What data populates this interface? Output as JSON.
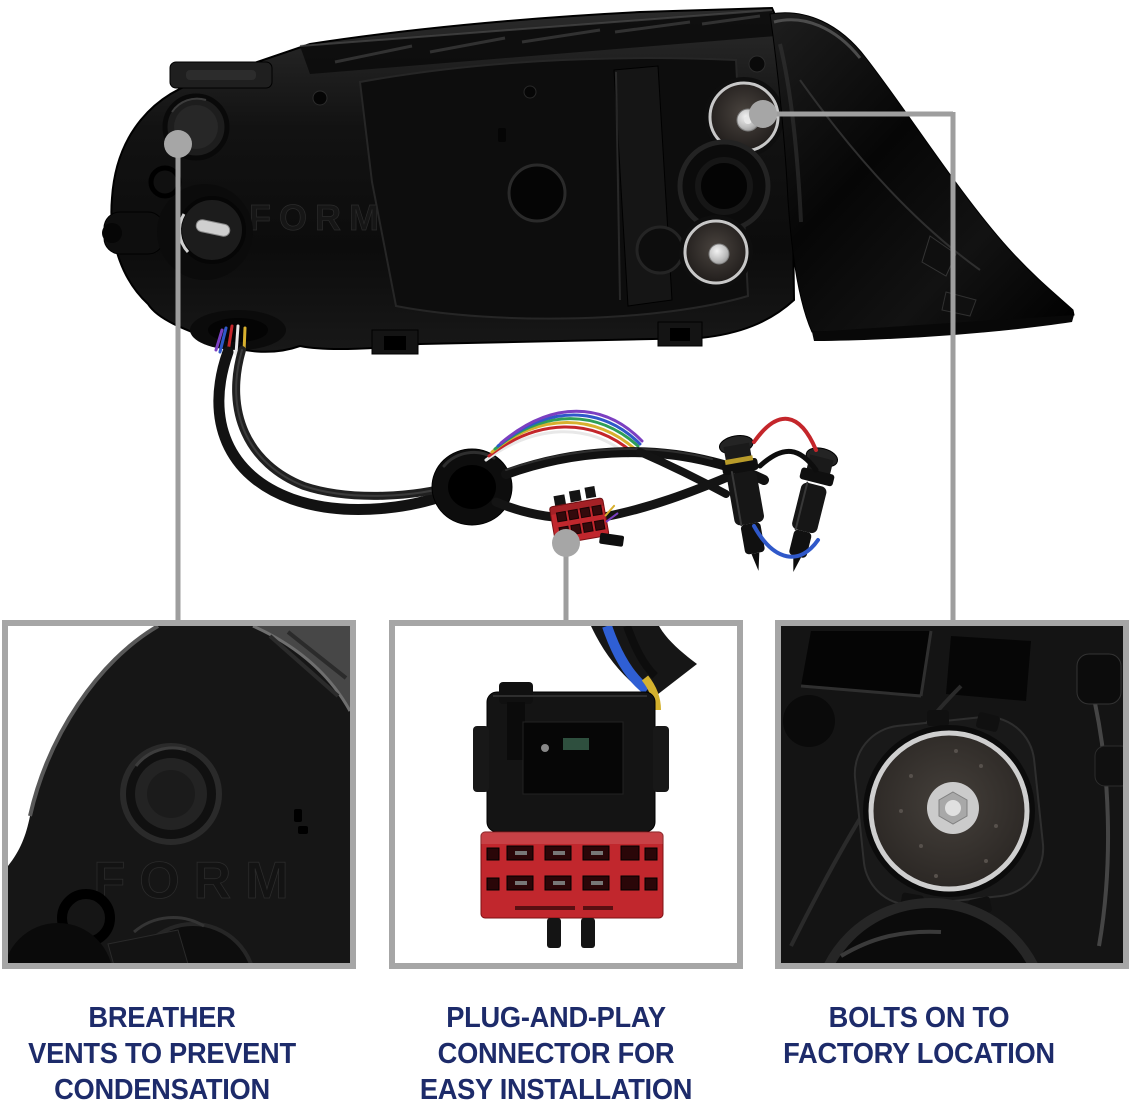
{
  "captions": {
    "text_color": "#1d2b6a",
    "items": [
      {
        "id": "breather-vents",
        "lines": [
          "BREATHER",
          "VENTS TO PREVENT",
          "CONDENSATION"
        ]
      },
      {
        "id": "plug-and-play",
        "lines": [
          "PLUG-AND-PLAY",
          "CONNECTOR FOR",
          "EASY INSTALLATION"
        ]
      },
      {
        "id": "bolts-on",
        "lines": [
          "BOLTS ON TO",
          "FACTORY LOCATION"
        ]
      }
    ]
  },
  "callout": {
    "line_color": "#9e9e9e",
    "dot_color": "#a6a6a6"
  },
  "insets": {
    "border_color": "#a6a6a6"
  },
  "product": {
    "embossed_text": "FORM",
    "connector_color": "#c1272d"
  }
}
